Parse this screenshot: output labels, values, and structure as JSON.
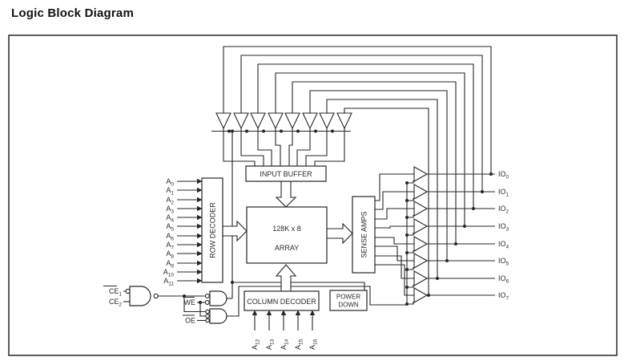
{
  "title": "Logic Block Diagram",
  "blocks": {
    "input_buffer": "INPUT BUFFER",
    "array_line1": "128K x 8",
    "array_line2": "ARRAY",
    "row_decoder": "ROW DECODER",
    "sense_amps": "SENSE AMPS",
    "column_decoder": "COLUMN DECODER",
    "power_down_line1": "POWER",
    "power_down_line2": "DOWN"
  },
  "signals": {
    "row_addresses": [
      {
        "base": "A",
        "sub": "0"
      },
      {
        "base": "A",
        "sub": "1"
      },
      {
        "base": "A",
        "sub": "2"
      },
      {
        "base": "A",
        "sub": "3"
      },
      {
        "base": "A",
        "sub": "4"
      },
      {
        "base": "A",
        "sub": "5"
      },
      {
        "base": "A",
        "sub": "6"
      },
      {
        "base": "A",
        "sub": "7"
      },
      {
        "base": "A",
        "sub": "8"
      },
      {
        "base": "A",
        "sub": "9"
      },
      {
        "base": "A",
        "sub": "10"
      },
      {
        "base": "A",
        "sub": "11"
      }
    ],
    "col_addresses": [
      {
        "base": "A",
        "sub": "12"
      },
      {
        "base": "A",
        "sub": "13"
      },
      {
        "base": "A",
        "sub": "14"
      },
      {
        "base": "A",
        "sub": "15"
      },
      {
        "base": "A",
        "sub": "16"
      }
    ],
    "io_lines": [
      {
        "base": "IO",
        "sub": "0"
      },
      {
        "base": "IO",
        "sub": "1"
      },
      {
        "base": "IO",
        "sub": "2"
      },
      {
        "base": "IO",
        "sub": "3"
      },
      {
        "base": "IO",
        "sub": "4"
      },
      {
        "base": "IO",
        "sub": "5"
      },
      {
        "base": "IO",
        "sub": "6"
      },
      {
        "base": "IO",
        "sub": "7"
      }
    ],
    "ce1": {
      "base": "CE",
      "sub": "1",
      "overbar": "true"
    },
    "ce2": {
      "base": "CE",
      "sub": "2",
      "overbar": "false"
    },
    "we": {
      "base": "WE",
      "overbar": "true"
    },
    "oe": {
      "base": "OE",
      "overbar": "true"
    }
  },
  "colors": {
    "line": "#26262a",
    "text": "#2b2b30",
    "background": "#ffffff"
  }
}
